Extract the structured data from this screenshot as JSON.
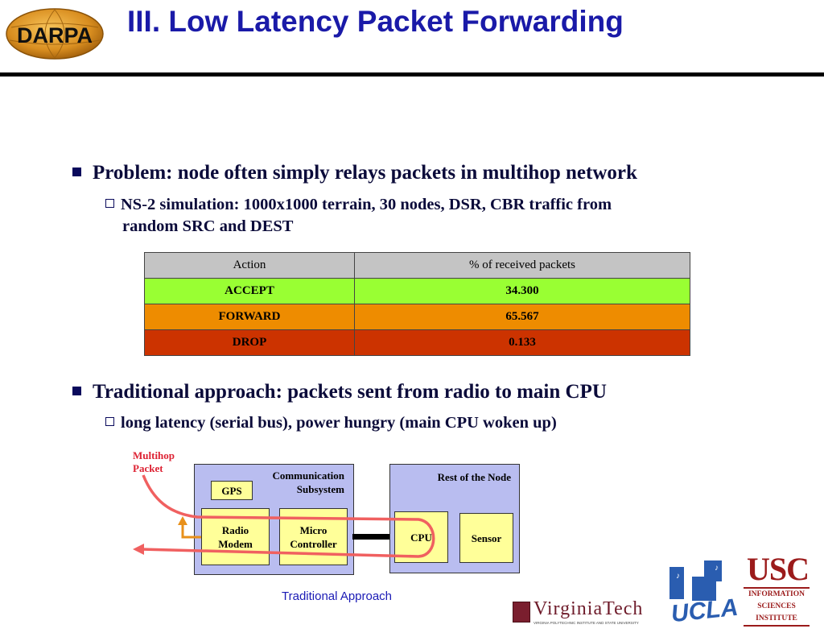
{
  "slide": {
    "title": "III. Low Latency Packet Forwarding",
    "logo_darpa": "DARPA"
  },
  "bullets": [
    {
      "text": "Problem: node often simply relays packets  in multihop network",
      "sub": [
        "NS-2 simulation: 1000x1000 terrain, 30 nodes, DSR, CBR traffic from",
        "random SRC and DEST"
      ]
    },
    {
      "text": "Traditional approach: packets sent from radio to main CPU",
      "sub": [
        "long latency (serial bus), power hungry (main CPU woken up)"
      ]
    }
  ],
  "table": {
    "headers": [
      "Action",
      "% of received packets"
    ],
    "rows": [
      {
        "action": "ACCEPT",
        "value": "34.300",
        "color": "#99ff33"
      },
      {
        "action": "FORWARD",
        "value": "65.567",
        "color": "#ee8c00"
      },
      {
        "action": "DROP",
        "value": "0.133",
        "color": "#cc3300"
      }
    ]
  },
  "diagram": {
    "packet_label": [
      "Multihop",
      "Packet"
    ],
    "comm_subsystem": [
      "Communication",
      "Subsystem"
    ],
    "rest_of_node": "Rest of the Node",
    "gps": "GPS",
    "radio_modem": [
      "Radio",
      "Modem"
    ],
    "micro_controller": [
      "Micro",
      "Controller"
    ],
    "cpu": "CPU",
    "sensor": "Sensor",
    "caption": "Traditional Approach"
  },
  "logos": {
    "virginia_tech": "VirginiaTech",
    "virginia_tech_sub": "VIRGINIA POLYTECHNIC INSTITUTE AND STATE UNIVERSITY",
    "ucla": "UCLA",
    "usc": "USC",
    "usc_sub": [
      "INFORMATION",
      "SCIENCES",
      "INSTITUTE"
    ]
  },
  "colors": {
    "title": "#1a1aa8",
    "accent_red": "#dd2233",
    "node_box": "#b9bdf0",
    "component_box": "#ffff99"
  }
}
